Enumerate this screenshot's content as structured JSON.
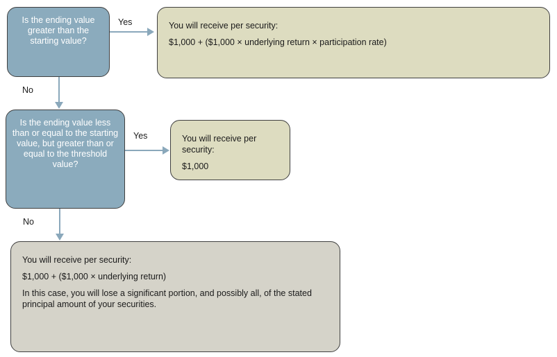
{
  "diagram": {
    "type": "flowchart",
    "nodes": {
      "decision_1": {
        "text": "Is the ending value greater than the starting value?",
        "fill": "#8babbd",
        "text_color": "#ffffff"
      },
      "decision_2": {
        "text": "Is the ending value less than or equal to the starting value, but greater than or equal to the threshold value?",
        "fill": "#8babbd",
        "text_color": "#ffffff"
      },
      "outcome_1": {
        "line_1": "You will receive per security:",
        "line_2": "$1,000 + ($1,000 × underlying return × participation rate)",
        "fill": "#dddcc0"
      },
      "outcome_2": {
        "line_1": "You will receive per security:",
        "line_2": "$1,000",
        "fill": "#dddcc0"
      },
      "outcome_3": {
        "line_1": "You will receive per security:",
        "line_2": "$1,000 + ($1,000 × underlying return)",
        "line_3": "In this case, you will lose a significant portion, and possibly all, of the stated principal amount of your securities.",
        "fill": "#d5d3c9"
      }
    },
    "edges": {
      "yes_1": "Yes",
      "no_1": "No",
      "yes_2": "Yes",
      "no_2": "No"
    },
    "connector_color": "#8aa8bb"
  }
}
